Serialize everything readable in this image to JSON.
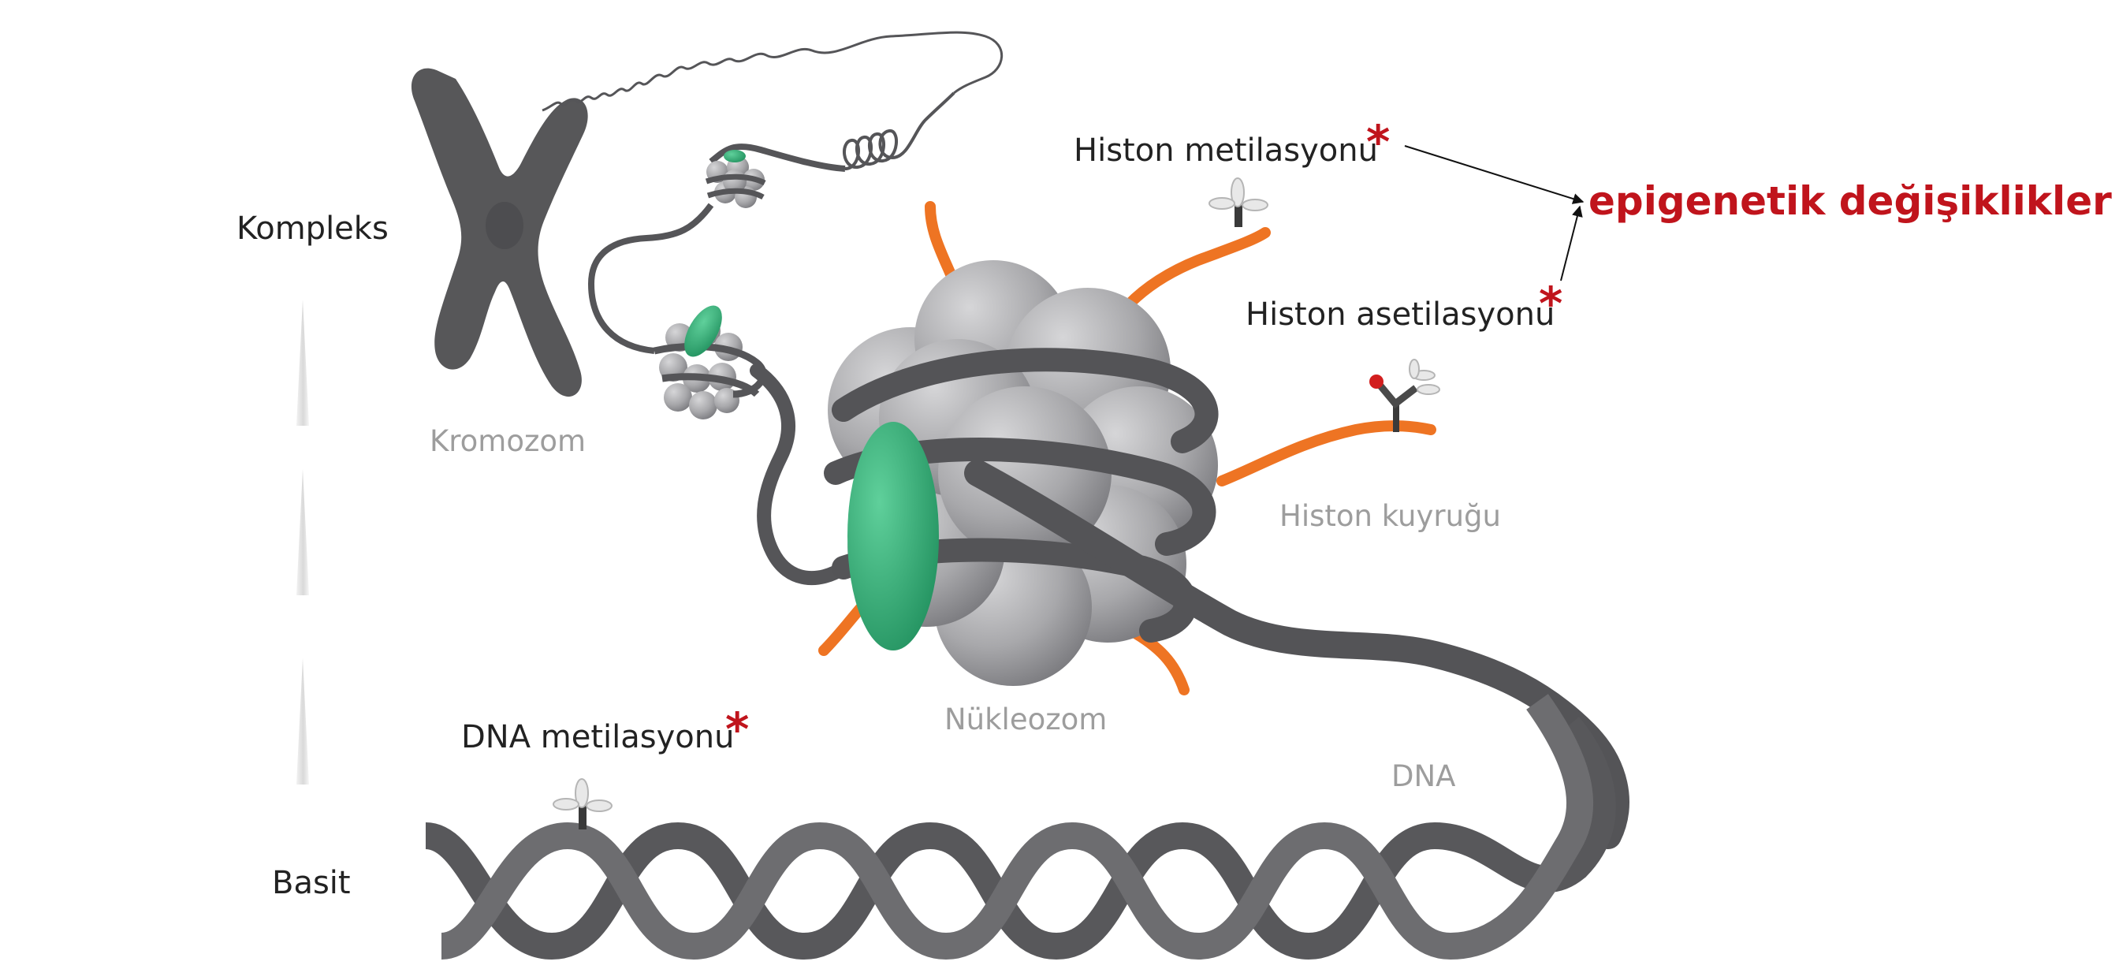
{
  "labels": {
    "complex": "Kompleks",
    "simple": "Basit",
    "chromosome": "Kromozom",
    "nucleosome": "Nükleozom",
    "dna": "DNA",
    "histone_tail": "Histon kuyruğu",
    "histone_methylation": "Histon metilasyonu",
    "histone_acetylation": "Histon asetilasyonu",
    "dna_methylation": "DNA metilasyonu",
    "epigenetic_changes": "epigenetik değişiklikler",
    "asterisk": "*"
  },
  "colors": {
    "dna": "#57585b",
    "histone": "#a9a9ac",
    "histone_tail": "#ee7423",
    "linker_protein": "#2eaa73",
    "epigenetic_accent": "#c0141c",
    "muted_label": "#9d9d9d"
  },
  "icons": {
    "methyl_group": "methyl-marker-icon",
    "acetyl_group": "acetyl-marker-icon",
    "complexity_arrow": "gradient-wedge-icon"
  }
}
